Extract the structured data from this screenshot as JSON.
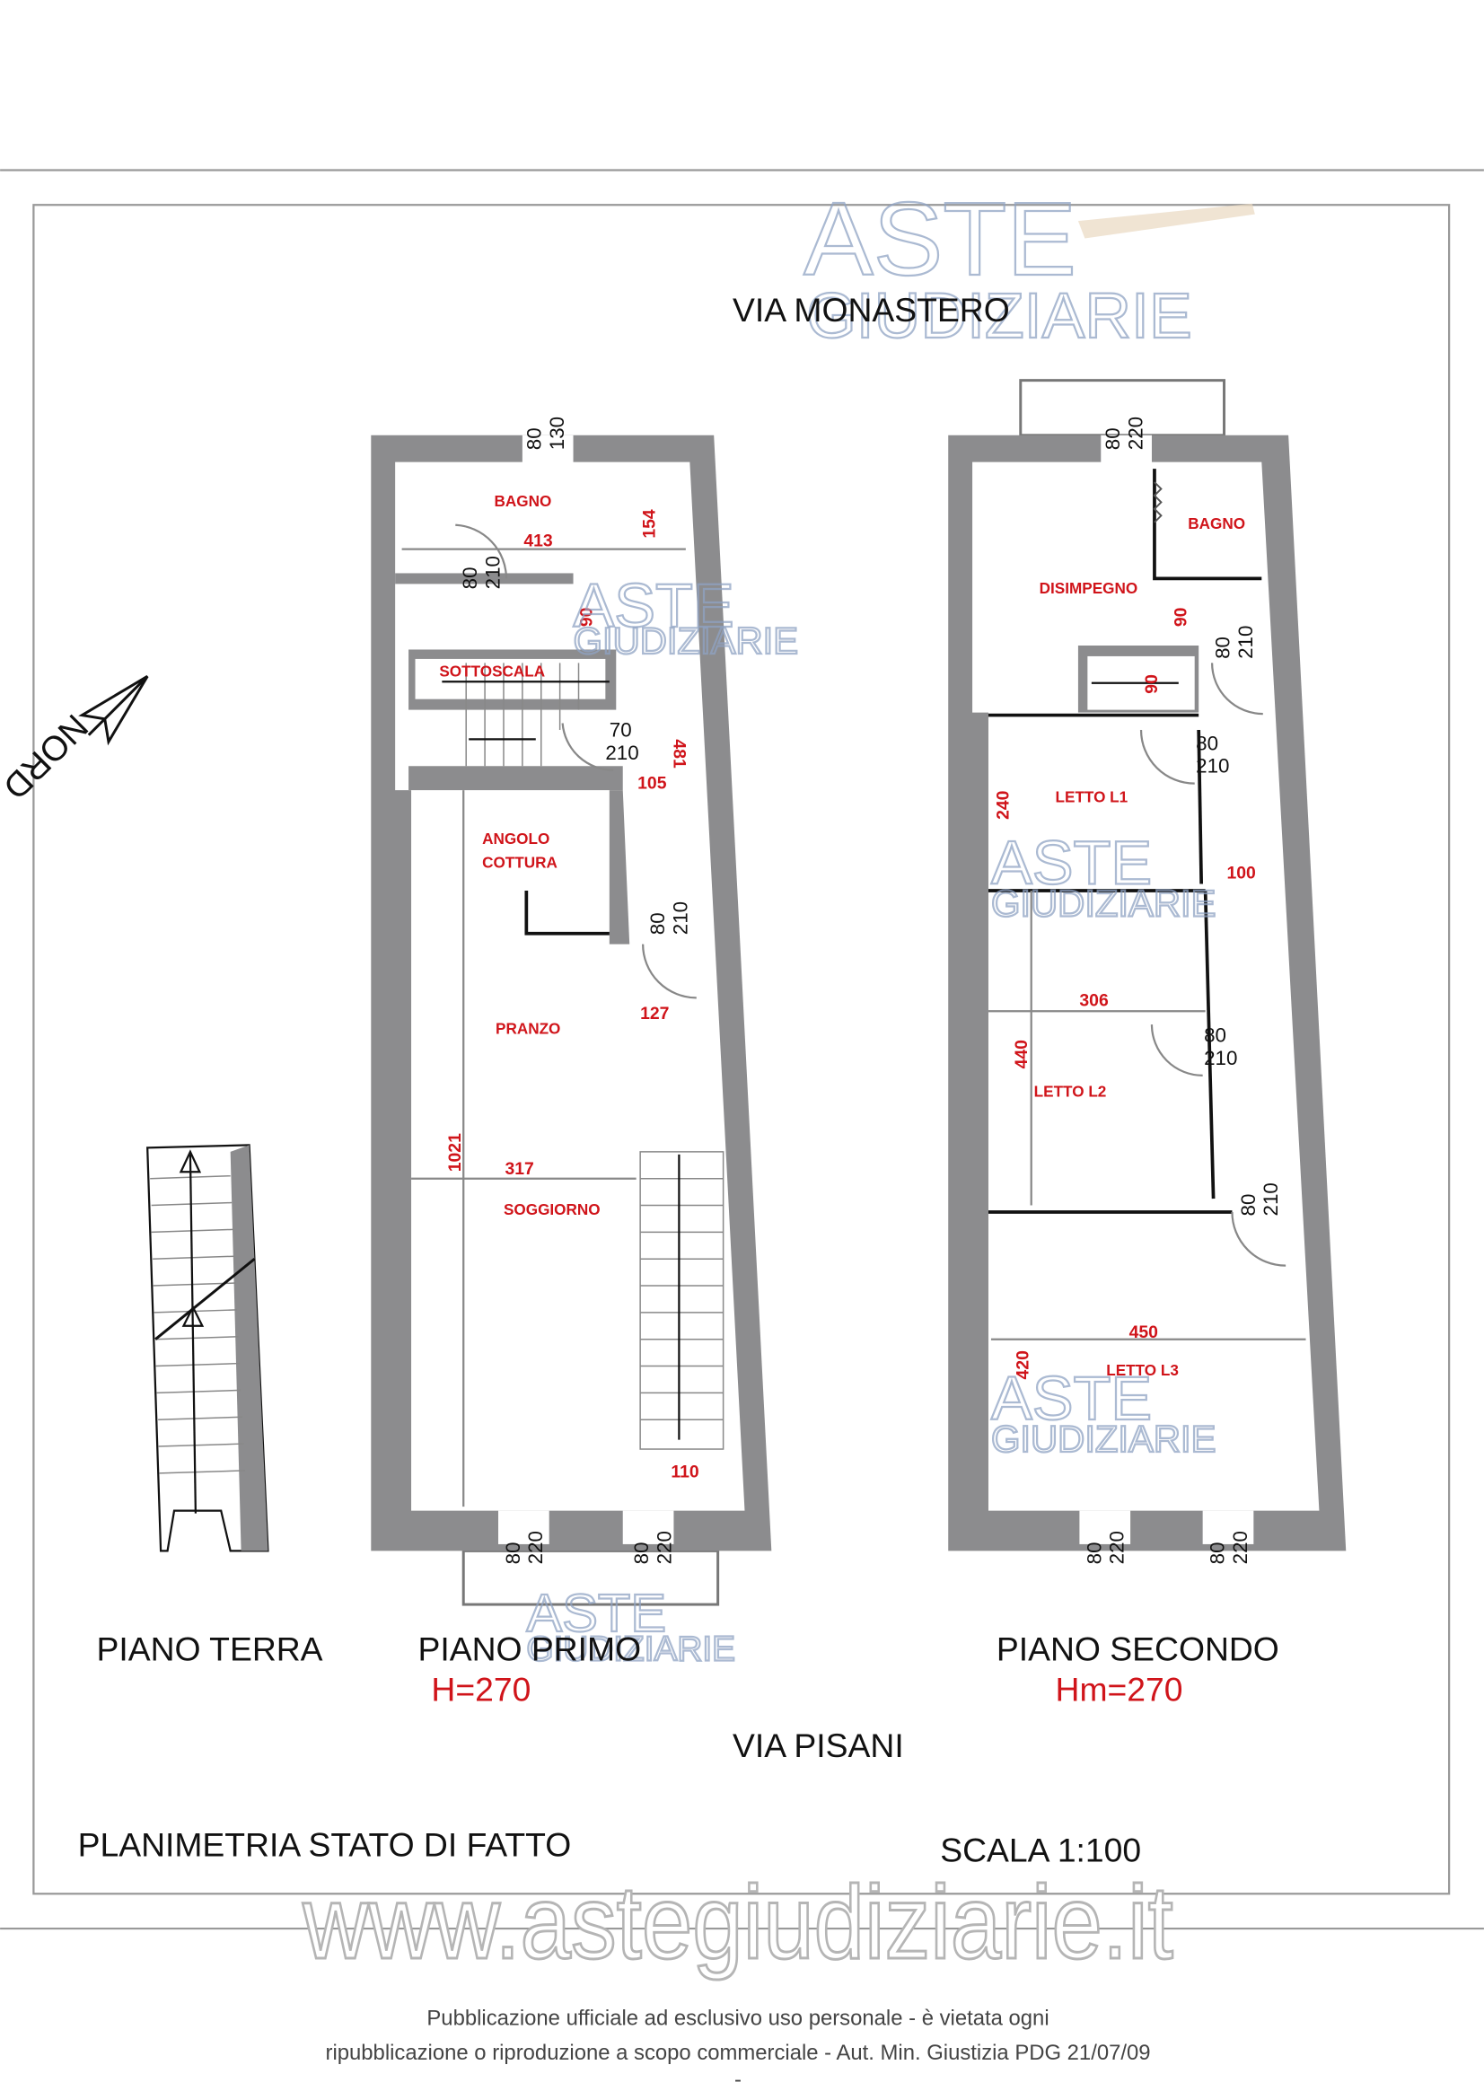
{
  "streets": {
    "north": "VIA MONASTERO",
    "south": "VIA PISANI"
  },
  "compass": "NORD",
  "floors": {
    "terra": {
      "name": "PIANO TERRA"
    },
    "primo": {
      "name": "PIANO PRIMO",
      "height": "H=270"
    },
    "secondo": {
      "name": "PIANO SECONDO",
      "height": "Hm=270"
    }
  },
  "rooms_primo": [
    "BAGNO",
    "SOTTOSCALA",
    "ANGOLO",
    "COTTURA",
    "PRANZO",
    "SOGGIORNO"
  ],
  "rooms_secondo": [
    "BAGNO",
    "DISIMPEGNO",
    "LETTO L1",
    "LETTO L2",
    "LETTO L3"
  ],
  "dims_primo": [
    "413",
    "154",
    "90",
    "481",
    "105",
    "127",
    "317",
    "1021",
    "110"
  ],
  "dims_secondo": [
    "90",
    "90",
    "240",
    "100",
    "306",
    "440",
    "450",
    "420"
  ],
  "doors": {
    "w80": "80",
    "w70": "70",
    "h130": "130",
    "h210": "210",
    "h220": "220"
  },
  "title": "PLANIMETRIA STATO DI FATTO",
  "scale": "SCALA 1:100",
  "watermark": {
    "line1": "ASTE",
    "line2": "GIUDIZIARIE",
    "site": "www.astegiudiziarie.it"
  },
  "footer": {
    "line1": "Pubblicazione ufficiale ad esclusivo uso personale - è vietata ogni",
    "line2": "ripubblicazione o riproduzione a scopo commerciale - Aut. Min. Giustizia PDG 21/07/09",
    "line3": "-"
  }
}
